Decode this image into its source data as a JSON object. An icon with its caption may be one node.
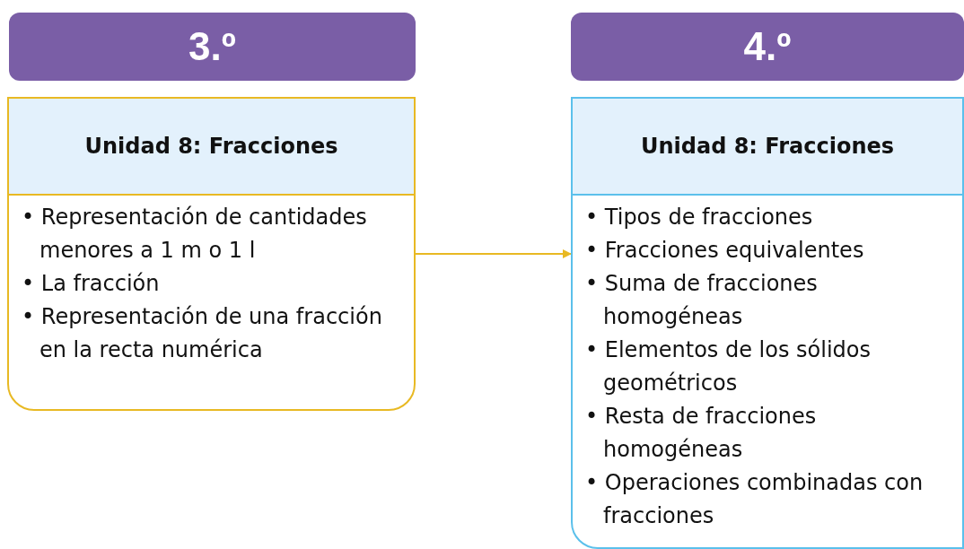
{
  "diagram": {
    "nodes": [
      {
        "text": [
          "3.º"
        ]
      },
      {
        "text": [
          "Unidad 8: Fracciones",
          "• Representación de cantidades menores a 1 m o 1 l",
          "• La fracción",
          "• Representación de una fracción en la recta numérica"
        ]
      },
      {
        "text": [
          "4.º"
        ]
      },
      {
        "text": [
          "Unidad 8: Fracciones",
          "• Tipos de fracciones",
          "• Fracciones equivalentes",
          "• Suma de fracciones homogéneas",
          "• Elementos de los sólidos geométricos",
          "• Resta de fracciones homogéneas",
          "• Operaciones combinadas con fracciones"
        ]
      }
    ],
    "edges": [
      {
        "from": 1,
        "to": 3,
        "arrow": "to",
        "color": "#e8b923"
      }
    ]
  }
}
